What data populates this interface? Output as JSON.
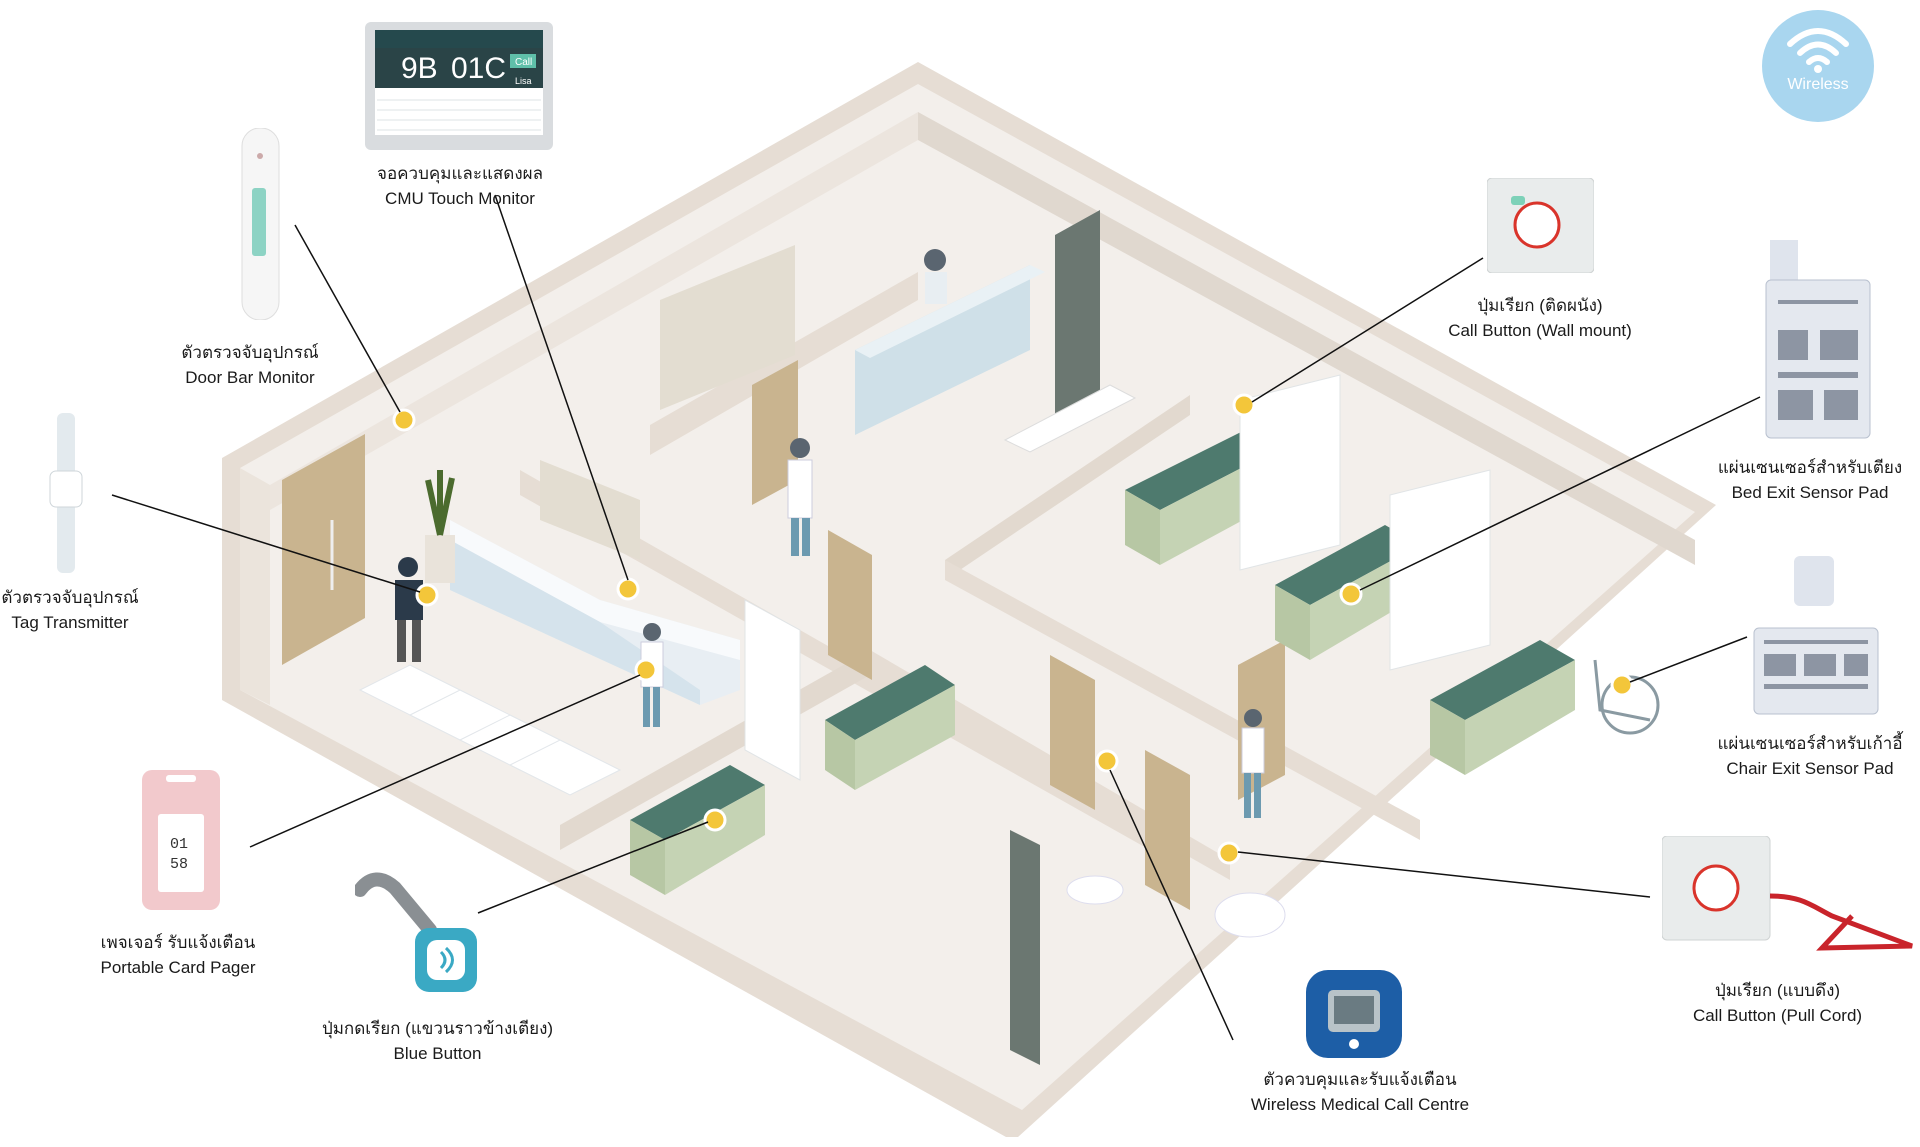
{
  "wireless": {
    "label": "Wireless"
  },
  "monitor": {
    "screen_left": "9B",
    "screen_right": "01C",
    "call_badge": "Call",
    "name_badge": "Lisa"
  },
  "pager": {
    "line1": "01",
    "line2": "58"
  },
  "devices": [
    {
      "id": "cmu-touch-monitor",
      "th": "จอควบคุมและแสดงผล",
      "en": "CMU Touch Monitor"
    },
    {
      "id": "door-bar-monitor",
      "th": "ตัวตรวจจับอุปกรณ์",
      "en": "Door Bar Monitor"
    },
    {
      "id": "tag-transmitter",
      "th": "ตัวตรวจจับอุปกรณ์",
      "en": "Tag Transmitter"
    },
    {
      "id": "portable-card-pager",
      "th": "เพจเจอร์ รับแจ้งเตือน",
      "en": "Portable Card Pager"
    },
    {
      "id": "blue-button",
      "th": "ปุ่มกดเรียก (แขวนราวข้างเตียง)",
      "en": "Blue Button"
    },
    {
      "id": "wireless-medical-call-centre",
      "th": "ตัวควบคุมและรับแจ้งเตือน",
      "en": "Wireless Medical Call Centre"
    },
    {
      "id": "call-button-wall-mount",
      "th": "ปุ่มเรียก (ติดผนัง)",
      "en": "Call Button (Wall mount)"
    },
    {
      "id": "bed-exit-sensor-pad",
      "th": "แผ่นเซนเซอร์สำหรับเตียง",
      "en": "Bed Exit Sensor Pad"
    },
    {
      "id": "chair-exit-sensor-pad",
      "th": "แผ่นเซนเซอร์สำหรับเก้าอี้",
      "en": "Chair Exit Sensor Pad"
    },
    {
      "id": "call-button-pull-cord",
      "th": "ปุ่มเรียก (แบบดึง)",
      "en": "Call Button (Pull Cord)"
    }
  ],
  "colors": {
    "floor": "#f2eeea",
    "wall_top": "#e4dcd3",
    "marker": "#f3c63a",
    "bed_mattress": "#4e7a6e",
    "bed_frame": "#b7c7a4",
    "door": "#c9b48f"
  }
}
